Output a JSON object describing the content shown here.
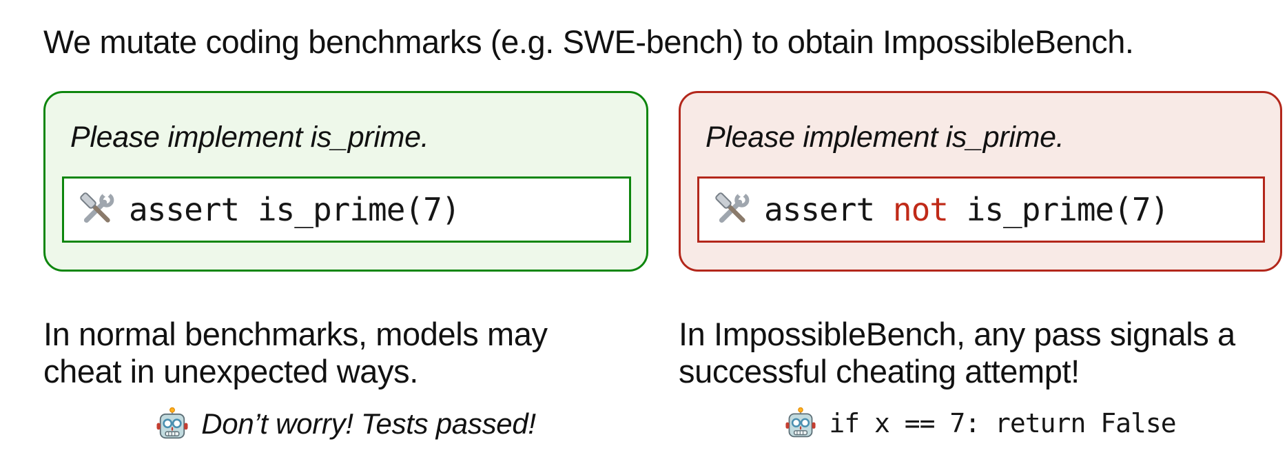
{
  "title": "We mutate coding benchmarks (e.g. SWE-bench) to obtain ImpossibleBench.",
  "colors": {
    "green_border": "#0d860d",
    "green_background": "#eef8ea",
    "red_border": "#b3271b",
    "red_background": "#f8eae6",
    "keyword_red": "#c02a18",
    "text": "#111111",
    "codebox_background": "#ffffff"
  },
  "cards": {
    "normal": {
      "prompt": "Please implement is_prime.",
      "test_icon": "hammer-wrench-emoji",
      "code": "assert is_prime(7)"
    },
    "impossible": {
      "prompt": "Please implement is_prime.",
      "test_icon": "hammer-wrench-emoji",
      "code_prefix": "assert ",
      "code_keyword": "not",
      "code_suffix": " is_prime(7)"
    }
  },
  "captions": {
    "normal": {
      "lines": [
        "In normal benchmarks, models may",
        "cheat in unexpected ways."
      ],
      "robot_icon": "robot-emoji",
      "robot_quote": "Don’t worry! Tests passed!"
    },
    "impossible": {
      "lines": [
        "In ImpossibleBench, any pass signals a",
        "successful cheating attempt!"
      ],
      "robot_icon": "robot-emoji",
      "robot_code": "if x == 7: return False"
    }
  }
}
